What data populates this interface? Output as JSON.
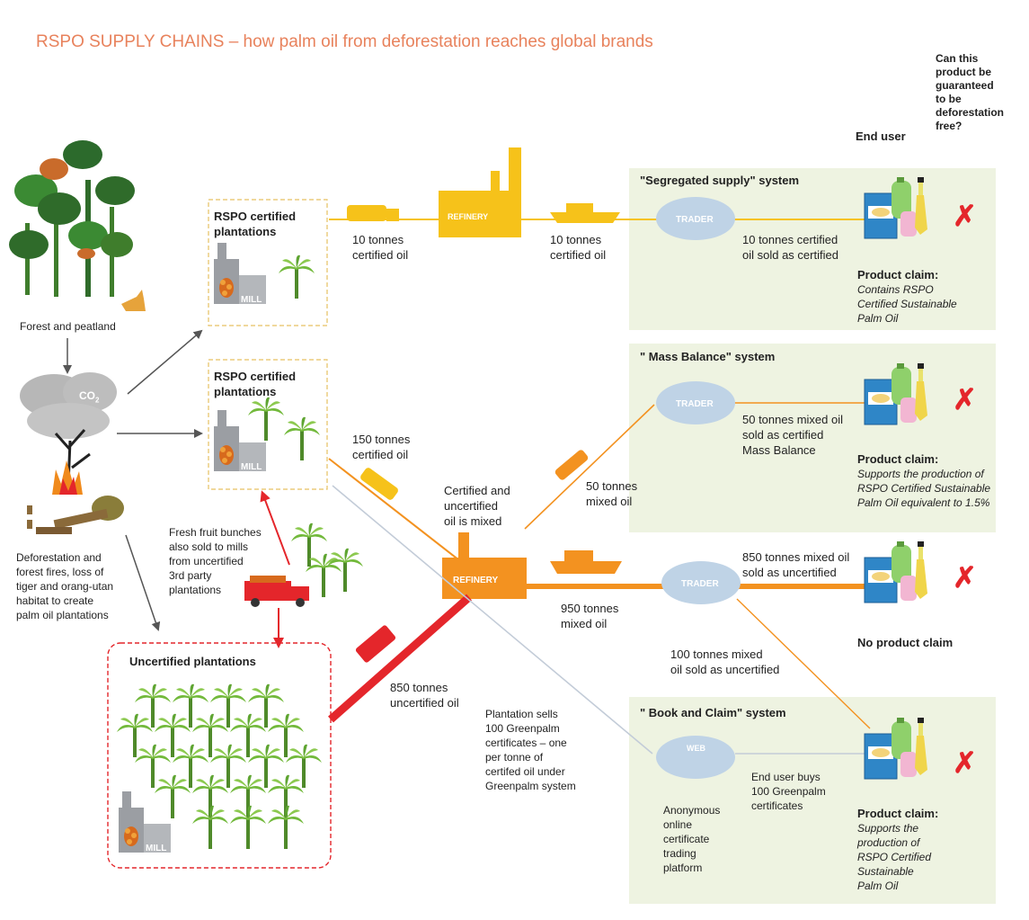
{
  "title": "RSPO SUPPLY CHAINS – how palm oil from deforestation reaches global brands",
  "question": "Can this\nproduct be\nguaranteed\nto be\ndeforestation\nfree?",
  "end_user": "End user",
  "forest": {
    "label": "Forest and peatland",
    "co2": "CO",
    "co2_sub": "2",
    "deforestation": "Deforestation and\nforest fires, loss of\ntiger and orang-utan\nhabitat to create\npalm oil plantations"
  },
  "plantations": {
    "certified_1": "RSPO certified\nplantations",
    "certified_2": "RSPO certified\nplantations",
    "uncertified": "Uncertified plantations",
    "mill": "MILL",
    "fresh_fruit": "Fresh fruit bunches\nalso sold to mills\nfrom uncertified\n3rd party\nplantations"
  },
  "facilities": {
    "refinery_1": "REFINERY",
    "refinery_2": "REFINERY",
    "trader": "TRADER",
    "platform": "WEB"
  },
  "flows": {
    "seg_a": "10 tonnes\ncertified oil",
    "seg_b": "10 tonnes\ncertified oil",
    "seg_c": "10 tonnes certified\noil sold as certified",
    "cert_150": "150 tonnes\ncertified oil",
    "mixed_note": "Certified and\nuncertified\noil is mixed",
    "mixed_50": "50 tonnes\nmixed oil",
    "mb_sold": "50 tonnes mixed oil\nsold as certified\nMass Balance",
    "mixed_950": "950 tonnes\nmixed oil",
    "uncert_sold_850": "850 tonnes mixed oil\nsold as uncertified",
    "uncert_850": "850 tonnes\nuncertified oil",
    "uncert_sold_100": "100 tonnes mixed\noil sold as uncertified",
    "greenpalm": "Plantation sells\n100 Greenpalm\ncertificates – one\nper tonne of\ncertifed oil under\nGreenpalm system",
    "anon_platform": "Anonymous\nonline\ncertificate\ntrading\nplatform",
    "end_user_buys": "End user buys\n100 Greenpalm\ncertificates"
  },
  "systems": {
    "segregated": "\"Segregated supply\" system",
    "mass_balance": "\" Mass Balance\" system",
    "book_claim": "\" Book and Claim\" system"
  },
  "claims": {
    "heading": "Product claim:",
    "segregated": "Contains RSPO\nCertified Sustainable\nPalm Oil",
    "mass_balance": "Supports the production of\nRSPO Certified Sustainable\nPalm Oil equivalent to 1.5%",
    "none": "No product claim",
    "book_claim": "Supports the\nproduction of\nRSPO Certified\nSustainable\nPalm Oil"
  },
  "answer_mark": "✗",
  "colors": {
    "title": "#e8825c",
    "panel": "#eef3e1",
    "yellow": "#f6c21a",
    "orange": "#f39220",
    "red": "#e4262b",
    "trader": "#bfd3e6",
    "tree": "#72b93b",
    "dark_green": "#2f6b2a"
  }
}
